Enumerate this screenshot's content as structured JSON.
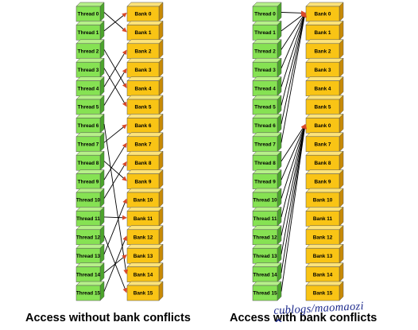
{
  "colors": {
    "thread_face": "#86e253",
    "thread_side": "#4ba52b",
    "thread_top": "#b6f089",
    "bank_face": "#f9c415",
    "bank_side": "#c88a06",
    "bank_top": "#fde37a",
    "arrow": "#000000",
    "arrowhead": "#d94a2a",
    "watermark": "#1d2a8c"
  },
  "left_panel": {
    "caption": "Access without bank conflicts",
    "threads": [
      "Thread 0",
      "Thread 1",
      "Thread 2",
      "Thread 3",
      "Thread 4",
      "Thread 5",
      "Thread 6",
      "Thread 7",
      "Thread 8",
      "Thread 9",
      "Thread 10",
      "Thread 11",
      "Thread 12",
      "Thread 13",
      "Thread 14",
      "Thread 15"
    ],
    "banks": [
      "Bank 0",
      "Bank 1",
      "Bank 2",
      "Bank 3",
      "Bank 4",
      "Bank 5",
      "Bank 6",
      "Bank 7",
      "Bank 8",
      "Bank 9",
      "Bank 10",
      "Bank 11",
      "Bank 12",
      "Bank 13",
      "Bank 14",
      "Bank 15"
    ],
    "mapping": [
      1,
      0,
      4,
      5,
      2,
      3,
      14,
      6,
      9,
      7,
      8,
      11,
      15,
      10,
      13,
      12
    ]
  },
  "right_panel": {
    "caption": "Access with bank conflicts",
    "threads": [
      "Thread 0",
      "Thread 1",
      "Thread 2",
      "Thread 3",
      "Thread 4",
      "Thread 5",
      "Thread 6",
      "Thread 7",
      "Thread 8",
      "Thread 9",
      "Thread 10",
      "Thread 11",
      "Thread 12",
      "Thread 13",
      "Thread 14",
      "Thread 15"
    ],
    "banks": [
      "Bank 0",
      "Bank 1",
      "Bank 2",
      "Bank 3",
      "Bank 4",
      "Bank 5",
      "Bank 6",
      "Bank 7",
      "Bank 8",
      "Bank 9",
      "Bank 10",
      "Bank 11",
      "Bank 12",
      "Bank 13",
      "Bank 14",
      "Bank 15"
    ],
    "bank_labels_shown": [
      "Bank 0",
      "Bank 1",
      "Bank 2",
      "Bank 3",
      "Bank 4",
      "Bank 5",
      "Bank 0",
      "Bank 7",
      "Bank 8",
      "Bank 9",
      "Bank 10",
      "Bank 11",
      "Bank 12",
      "Bank 13",
      "Bank 14",
      "Bank 15"
    ],
    "mapping": [
      0,
      0,
      0,
      0,
      0,
      0,
      0,
      0,
      6,
      6,
      6,
      6,
      6,
      6,
      6,
      6
    ]
  },
  "watermark": "cublogs/maomaozi",
  "watermark_caret": "^"
}
